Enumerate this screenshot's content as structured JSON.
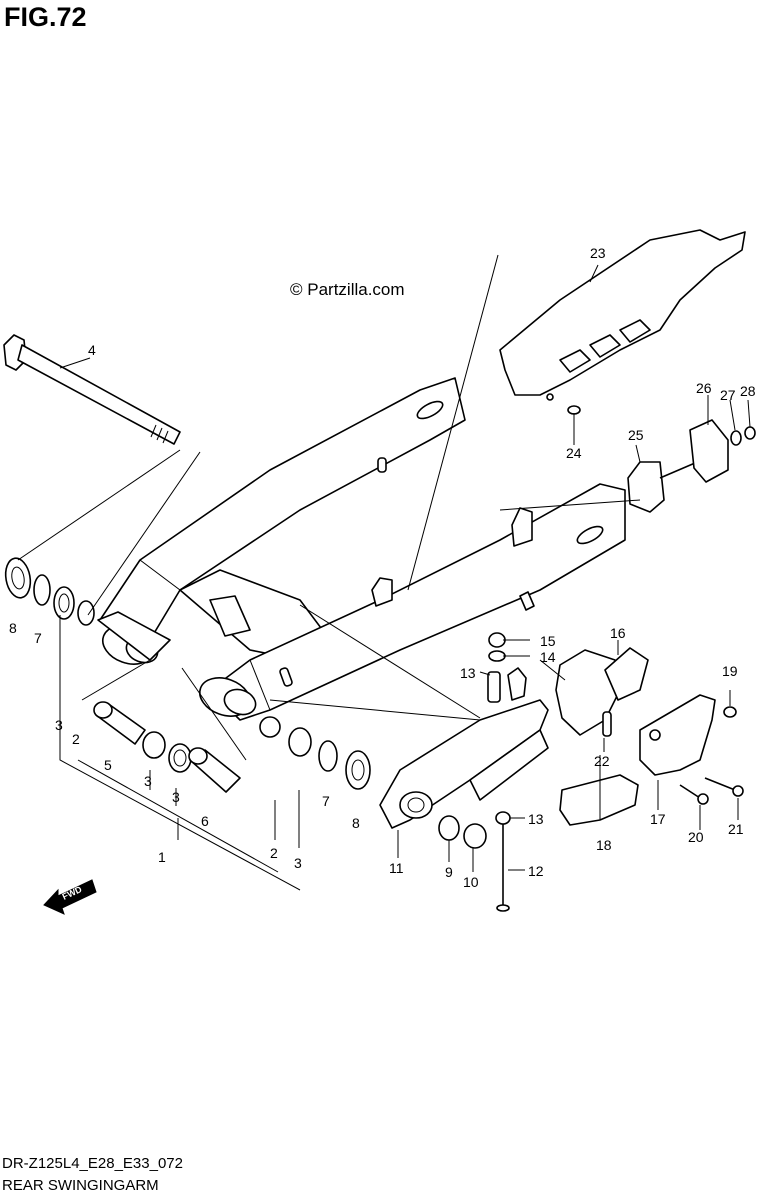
{
  "figure": {
    "title": "FIG.72",
    "watermark": "© Partzilla.com",
    "model_code": "DR-Z125L4_E28_E33_072",
    "section_name": "REAR SWINGINGARM",
    "fwd_label": "FWD"
  },
  "callouts": {
    "c1": "1",
    "c2a": "2",
    "c2b": "2",
    "c3a": "3",
    "c3b": "3",
    "c3c": "3",
    "c3d": "3",
    "c4": "4",
    "c5": "5",
    "c6": "6",
    "c7a": "7",
    "c7b": "7",
    "c8a": "8",
    "c8b": "8",
    "c9": "9",
    "c10": "10",
    "c11": "11",
    "c12": "12",
    "c13a": "13",
    "c13b": "13",
    "c14": "14",
    "c15": "15",
    "c16": "16",
    "c17": "17",
    "c18": "18",
    "c19": "19",
    "c20": "20",
    "c21": "21",
    "c22": "22",
    "c23": "23",
    "c24": "24",
    "c25": "25",
    "c26": "26",
    "c27": "27",
    "c28": "28"
  }
}
